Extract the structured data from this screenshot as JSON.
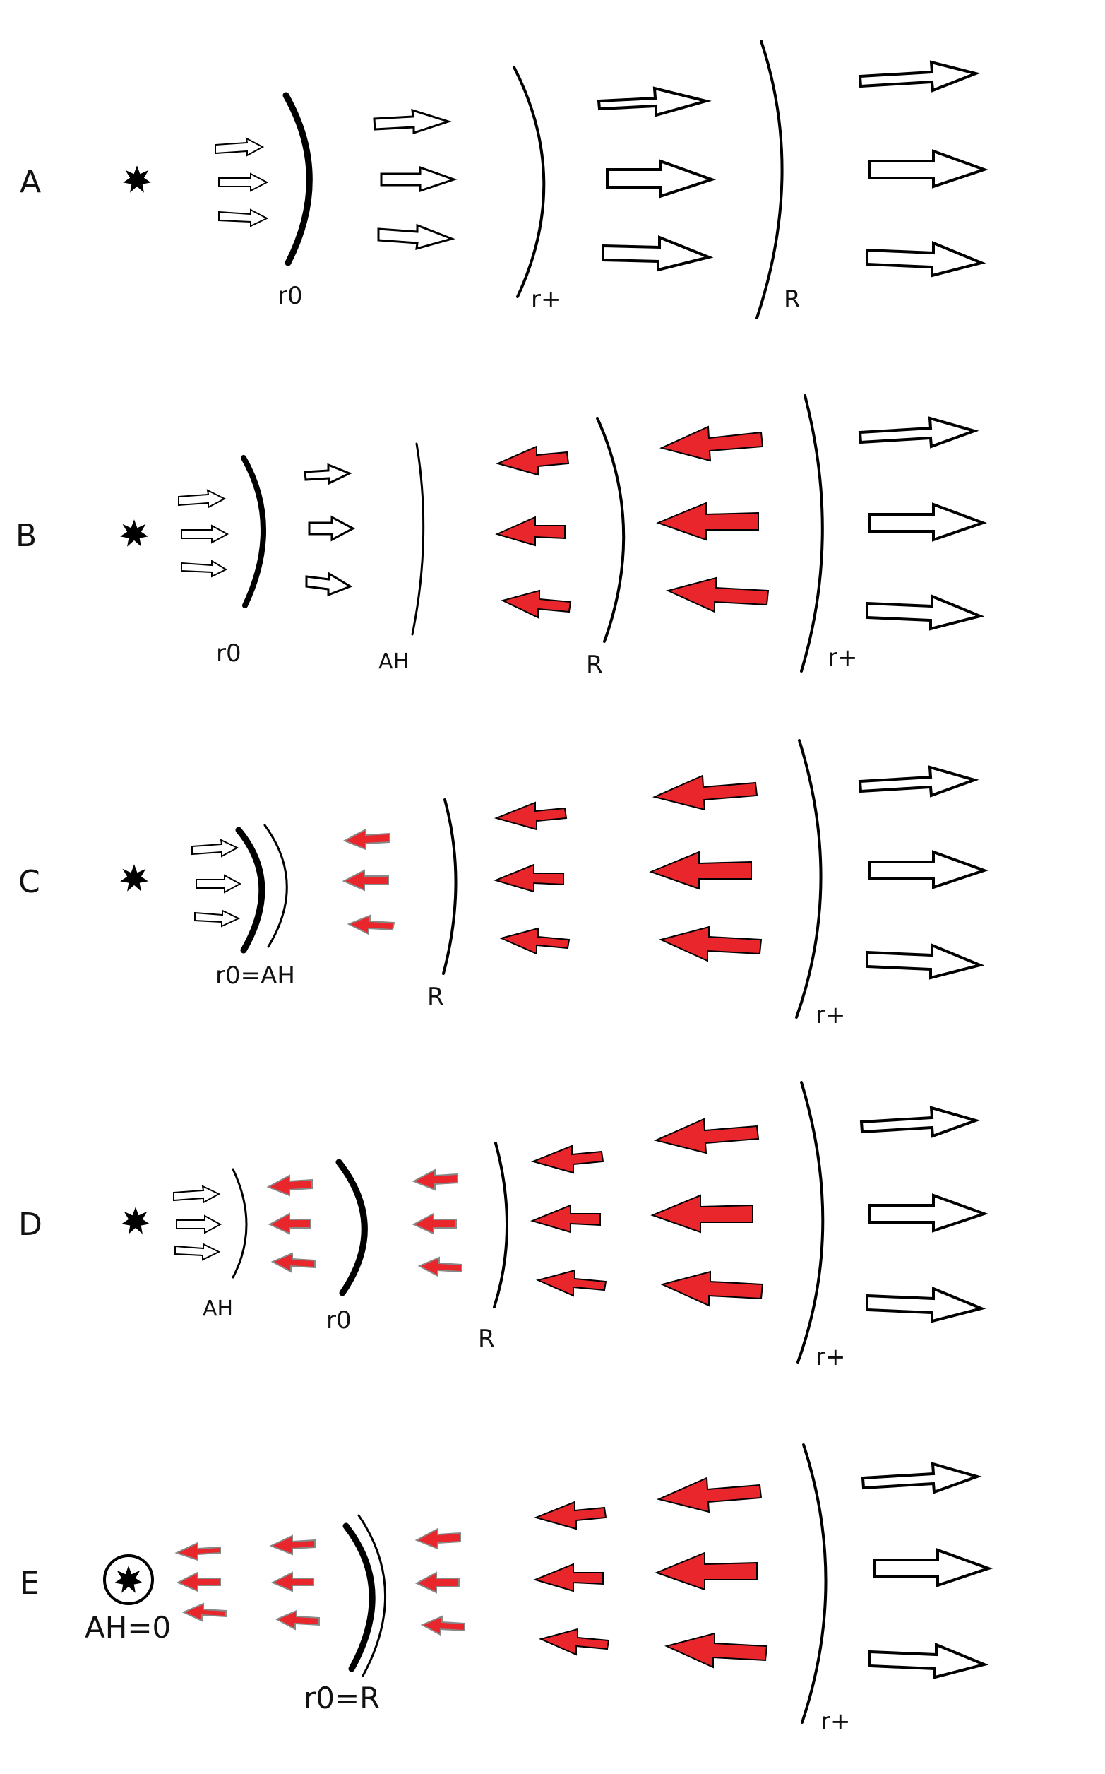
{
  "colors": {
    "ink": "#000000",
    "outward_arrow_fill": "#ffffff",
    "inward_arrow_fill": "#e8262b",
    "background": "#ffffff"
  },
  "icons": {
    "source": "star-burst-icon",
    "outward": "hollow-right-arrow-icon",
    "inward": "red-left-arrow-icon"
  },
  "panels": [
    {
      "letter": "A",
      "labels": {
        "r0": "r0",
        "rplus": "r+",
        "R": "R"
      }
    },
    {
      "letter": "B",
      "labels": {
        "r0": "r0",
        "AH": "AH",
        "R": "R",
        "rplus": "r+"
      }
    },
    {
      "letter": "C",
      "labels": {
        "r0AH": "r0=AH",
        "R": "R",
        "rplus": "r+"
      }
    },
    {
      "letter": "D",
      "labels": {
        "AH": "AH",
        "r0": "r0",
        "R": "R",
        "rplus": "r+"
      }
    },
    {
      "letter": "E",
      "labels": {
        "AH0": "AH=0",
        "r0R": "r0=R",
        "rplus": "r+"
      }
    }
  ]
}
